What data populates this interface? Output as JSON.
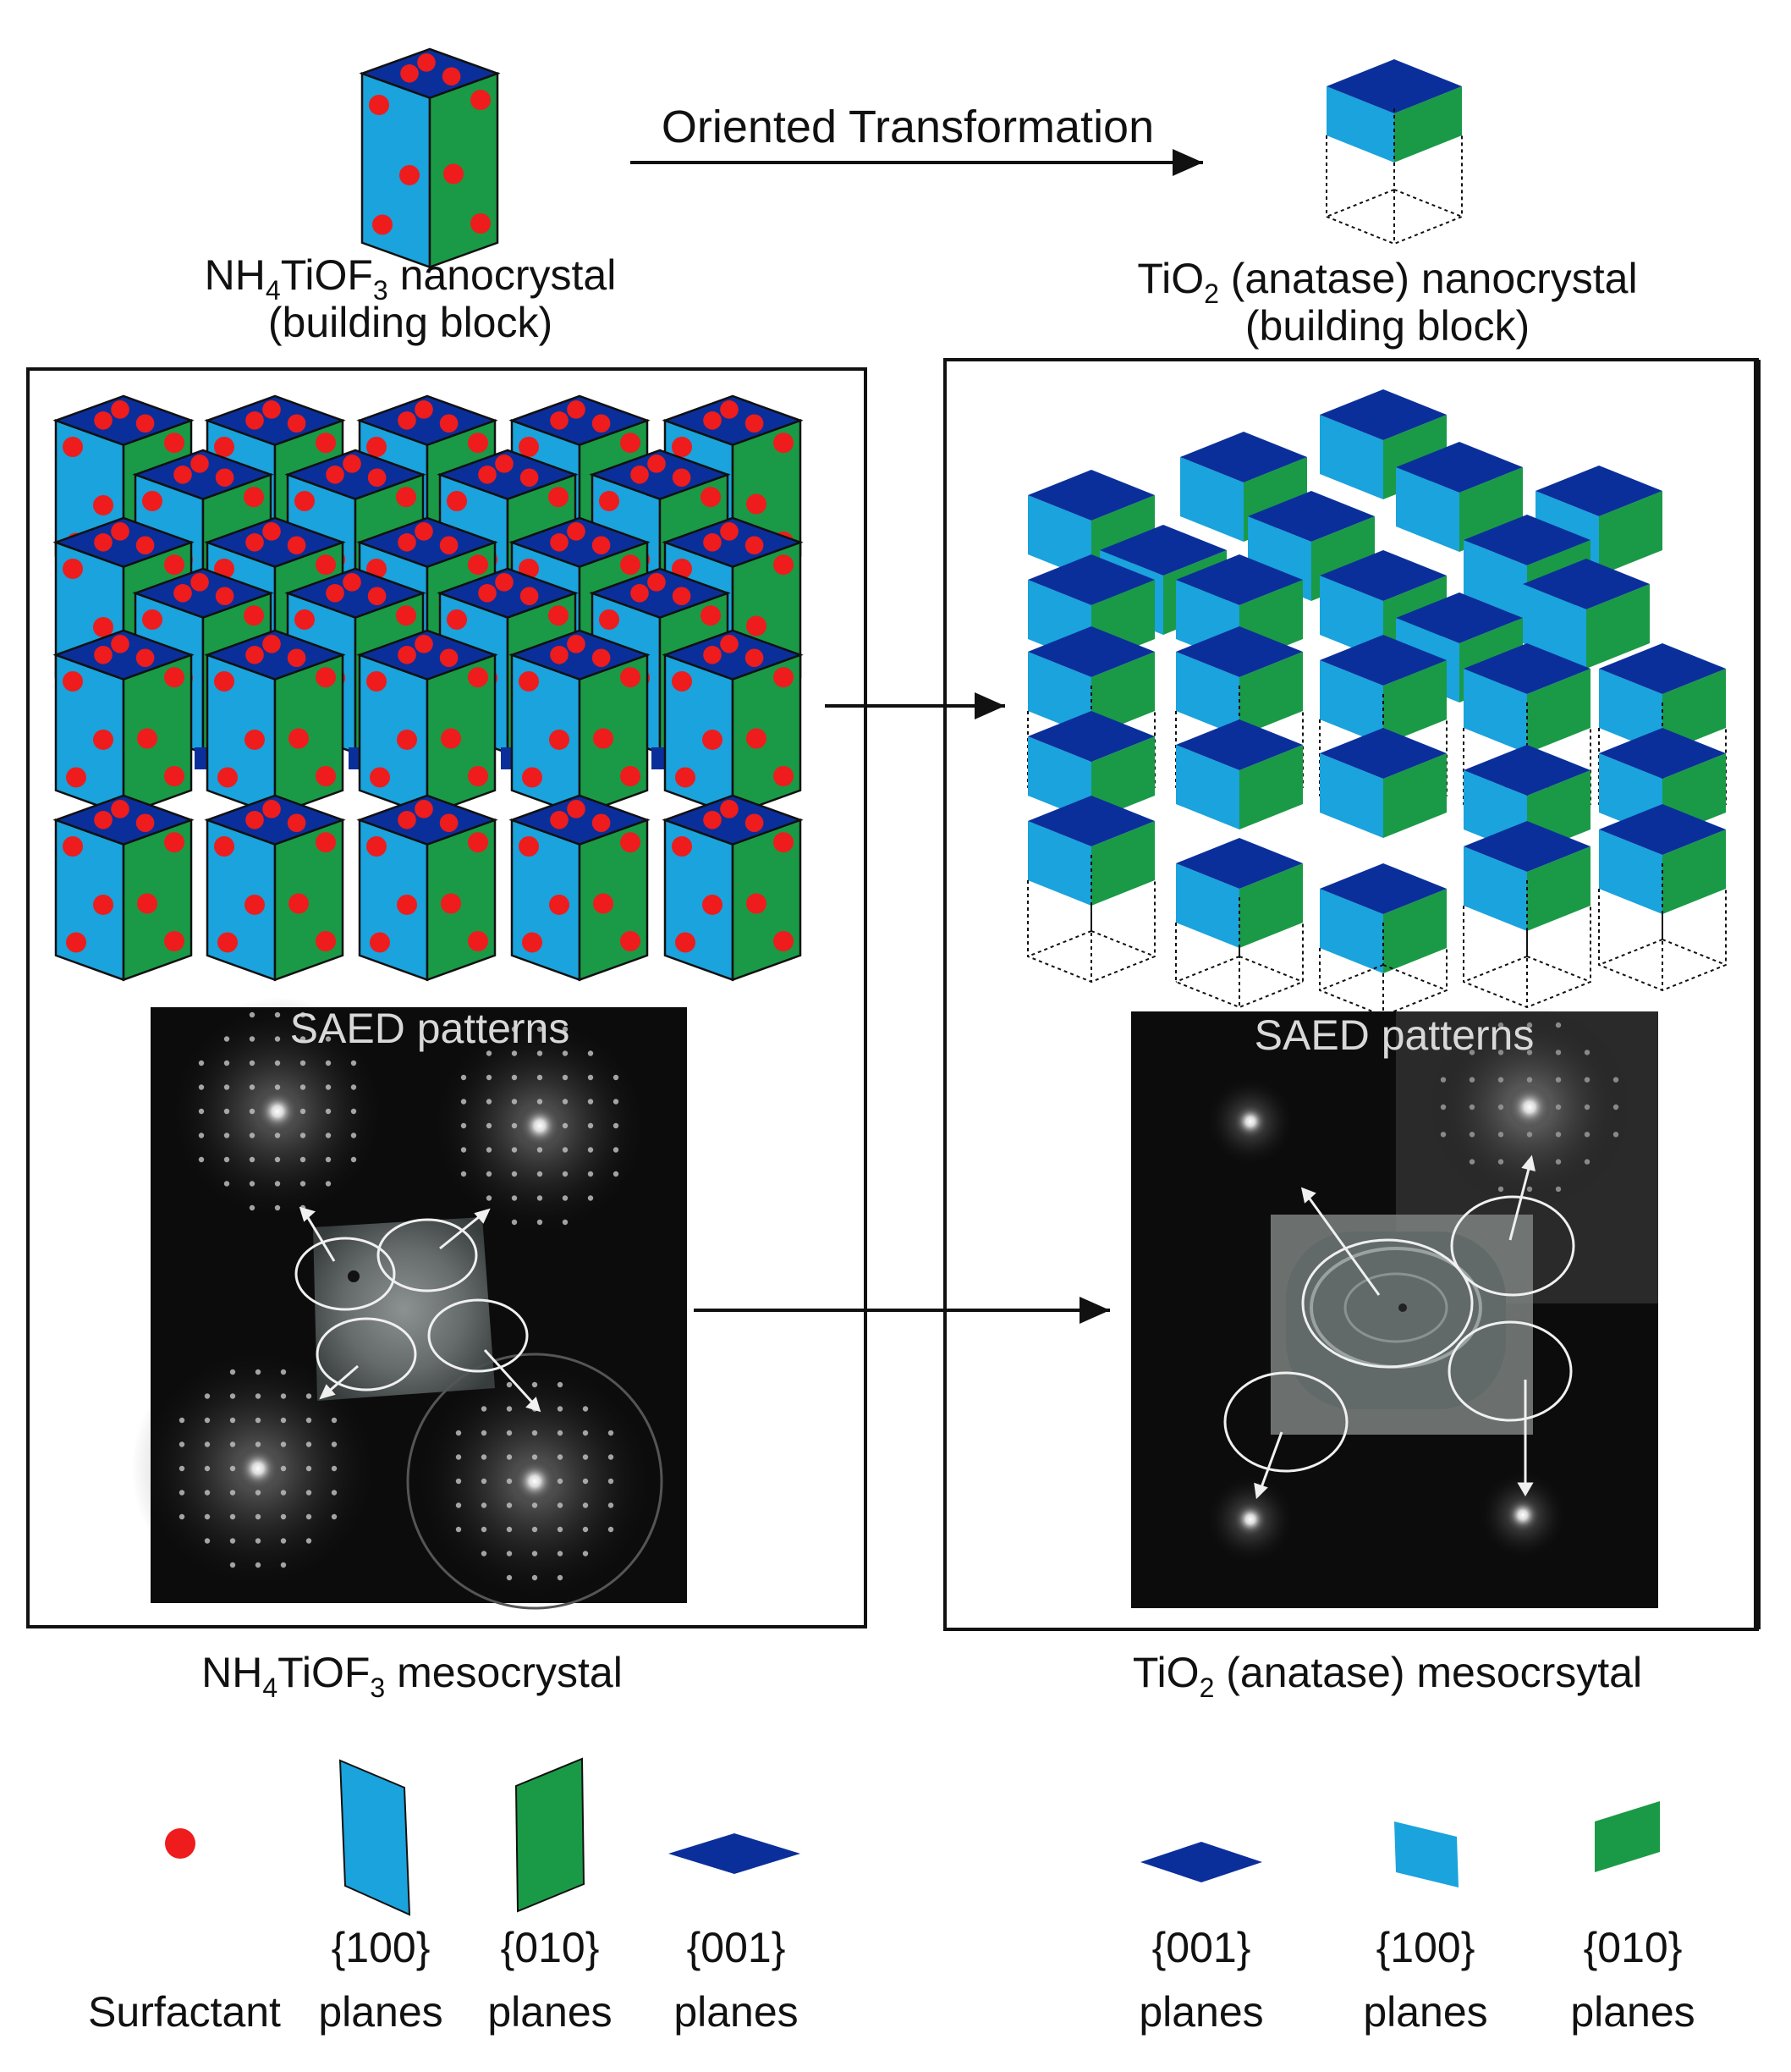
{
  "colors": {
    "face_100": "#1aa3dc",
    "face_010": "#1a9a46",
    "face_001": "#0b2f9a",
    "surfactant": "#ee1c1c",
    "outline": "#111111",
    "saed_bg": "#0c0c0c"
  },
  "top": {
    "arrow_label": "Oriented Transformation",
    "left_caption": {
      "line1": {
        "a": "NH",
        "sub1": "4",
        "b": "TiOF",
        "sub2": "3",
        "c": " nanocrystal"
      },
      "line2": "(building block)"
    },
    "right_caption": {
      "line1": {
        "a": "TiO",
        "sub1": "2",
        "b": "  (anatase) nanocrystal"
      },
      "line2": "(building block)"
    }
  },
  "panels": {
    "left": {
      "saed_title": "SAED patterns",
      "caption": {
        "a": "NH",
        "sub1": "4",
        "b": "TiOF",
        "sub2": "3",
        "c": " mesocrystal"
      }
    },
    "right": {
      "saed_title": "SAED patterns",
      "caption": {
        "a": "TiO",
        "sub1": "2",
        "b": "  (anatase) mesocrsytal"
      }
    }
  },
  "legend": {
    "left": [
      {
        "icon": "surfactant-dot",
        "line1": "",
        "line2": "Surfactant"
      },
      {
        "icon": "plane-100",
        "line1": "{100}",
        "line2": "planes"
      },
      {
        "icon": "plane-010",
        "line1": "{010}",
        "line2": "planes"
      },
      {
        "icon": "plane-001",
        "line1": "{001}",
        "line2": "planes"
      }
    ],
    "right": [
      {
        "icon": "plane-001",
        "line1": "{001}",
        "line2": "planes"
      },
      {
        "icon": "plane-100",
        "line1": "{100}",
        "line2": "planes"
      },
      {
        "icon": "plane-010",
        "line1": "{010}",
        "line2": "planes"
      }
    ]
  }
}
